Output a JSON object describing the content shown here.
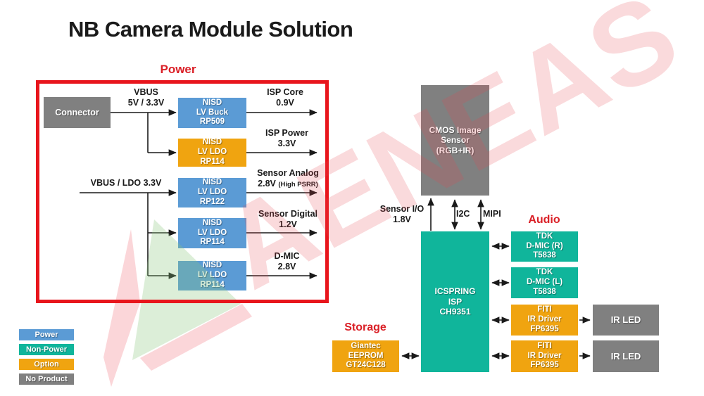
{
  "title": "NB Camera Module Solution",
  "watermark": "AENEAS",
  "headers": {
    "power": "Power",
    "audio": "Audio",
    "storage": "Storage"
  },
  "colors": {
    "power_blue": "#5B9BD5",
    "non_power_teal": "#10B59B",
    "option_orange": "#F0A410",
    "no_product_gray": "#808080",
    "accent_red": "#E8151C"
  },
  "legend": {
    "power": "Power",
    "non_power": "Non-Power",
    "option": "Option",
    "no_product": "No Product"
  },
  "blocks": {
    "connector": {
      "l1": "Connector"
    },
    "lv_buck": {
      "l1": "NISD",
      "l2": "LV Buck",
      "l3": "RP509"
    },
    "ldo_isp": {
      "l1": "NISD",
      "l2": "LV LDO",
      "l3": "RP114"
    },
    "ldo_analog": {
      "l1": "NISD",
      "l2": "LV LDO",
      "l3": "RP122"
    },
    "ldo_digital": {
      "l1": "NISD",
      "l2": "LV LDO",
      "l3": "RP114"
    },
    "ldo_dmic": {
      "l1": "NISD",
      "l2": "LV LDO",
      "l3": "RP114"
    },
    "cmos": {
      "l1": "CMOS Image",
      "l2": "Sensor",
      "l3": "(RGB+IR)"
    },
    "isp": {
      "l1": "ICSPRING",
      "l2": "ISP",
      "l3": "CH9351"
    },
    "dmic_r": {
      "l1": "TDK",
      "l2": "D-MIC (R)",
      "l3": "T5838"
    },
    "dmic_l": {
      "l1": "TDK",
      "l2": "D-MIC (L)",
      "l3": "T5838"
    },
    "ir_driver1": {
      "l1": "FITI",
      "l2": "IR Driver",
      "l3": "FP6395"
    },
    "ir_driver2": {
      "l1": "FITI",
      "l2": "IR Driver",
      "l3": "FP6395"
    },
    "ir_led1": {
      "l1": "IR LED"
    },
    "ir_led2": {
      "l1": "IR LED"
    },
    "eeprom": {
      "l1": "Giantec",
      "l2": "EEPROM",
      "l3": "GT24C128"
    }
  },
  "labels": {
    "vbus": {
      "l1": "VBUS",
      "l2": "5V / 3.3V"
    },
    "vbus_ldo": "VBUS / LDO 3.3V",
    "isp_core": {
      "l1": "ISP Core",
      "l2": "0.9V"
    },
    "isp_power": {
      "l1": "ISP Power",
      "l2": "3.3V"
    },
    "sensor_analog": {
      "l1": "Sensor Analog",
      "l2": "2.8V",
      "note": "(High PSRR)"
    },
    "sensor_digital": {
      "l1": "Sensor Digital",
      "l2": "1.2V"
    },
    "dmic": {
      "l1": "D-MIC",
      "l2": "2.8V"
    },
    "sensor_io": {
      "l1": "Sensor I/O",
      "l2": "1.8V"
    },
    "i2c": "I2C",
    "mipi": "MIPI"
  }
}
